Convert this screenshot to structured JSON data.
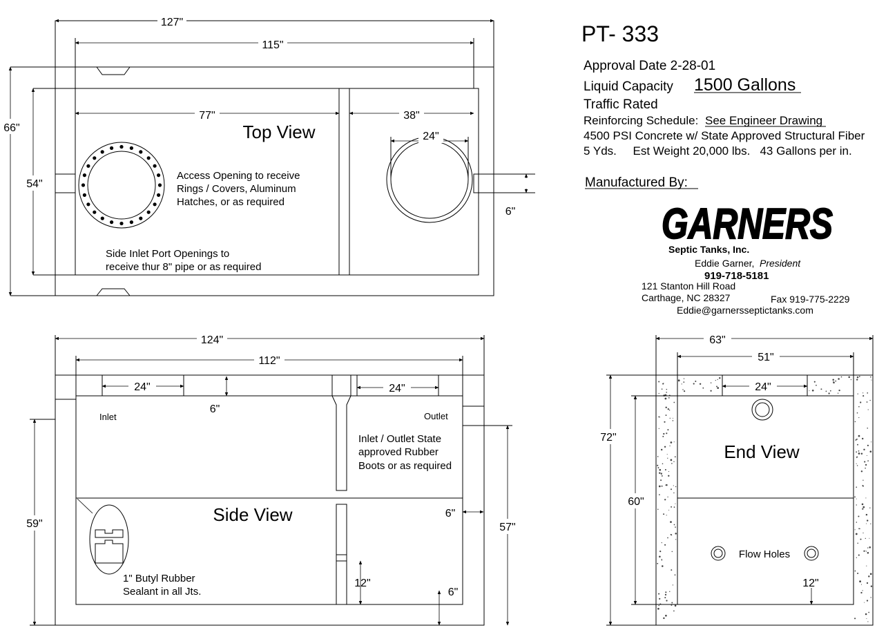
{
  "title": {
    "model": "PT- 333",
    "approval": "Approval Date 2-28-01",
    "capacity_label": "Liquid Capacity",
    "capacity_value": "1500 Gallons",
    "traffic": "Traffic Rated",
    "reinforcing_label": "Reinforcing Schedule:",
    "reinforcing_value": "See Engineer Drawing",
    "concrete": "4500 PSI Concrete w/ State Approved Structural Fiber",
    "specs": "5 Yds.     Est Weight 20,000 lbs.   43 Gallons per in.",
    "manufactured_by": "Manufactured By:"
  },
  "company": {
    "logo": "GARNERS",
    "subtitle": "Septic Tanks, Inc.",
    "president_name": "Eddie Garner,",
    "president_title": "President",
    "phone": "919-718-5181",
    "address1": "121 Stanton Hill Road",
    "address2": "Carthage, NC 28327",
    "fax": "Fax 919-775-2229",
    "email": "Eddie@garnersseptictanks.com"
  },
  "top_view": {
    "label": "Top View",
    "dims": {
      "overall_length": "127\"",
      "inner_length": "115\"",
      "overall_width": "66\"",
      "inner_width": "54\"",
      "first_compartment": "77\"",
      "second_compartment": "38\"",
      "opening": "24\"",
      "port": "6\""
    },
    "access_note": [
      "Access Opening to receive",
      "Rings / Covers, Aluminum",
      "Hatches, or as required"
    ],
    "inlet_note": [
      "Side Inlet Port Openings to",
      "receive thur 8\" pipe or as required"
    ]
  },
  "side_view": {
    "label": "Side View",
    "dims": {
      "overall_length": "124\"",
      "inner_length": "112\"",
      "opening_left": "24\"",
      "opening_right": "24\"",
      "lid": "6\"",
      "overall_height": "59\"",
      "inner_height": "57\"",
      "outlet_drop": "6\"",
      "baffle_gap": "12\"",
      "floor": "6\""
    },
    "inlet": "Inlet",
    "outlet": "Outlet",
    "boots_note": [
      "Inlet / Outlet State",
      "approved Rubber",
      "Boots or as required"
    ],
    "sealant_note": [
      "1\" Butyl Rubber",
      "Sealant in all Jts."
    ]
  },
  "end_view": {
    "label": "End View",
    "dims": {
      "overall_width": "63\"",
      "inner_width": "51\"",
      "opening": "24\"",
      "overall_height": "72\"",
      "inner_height": "60\"",
      "flow_hole_height": "12\""
    },
    "flow_holes": "Flow Holes"
  }
}
